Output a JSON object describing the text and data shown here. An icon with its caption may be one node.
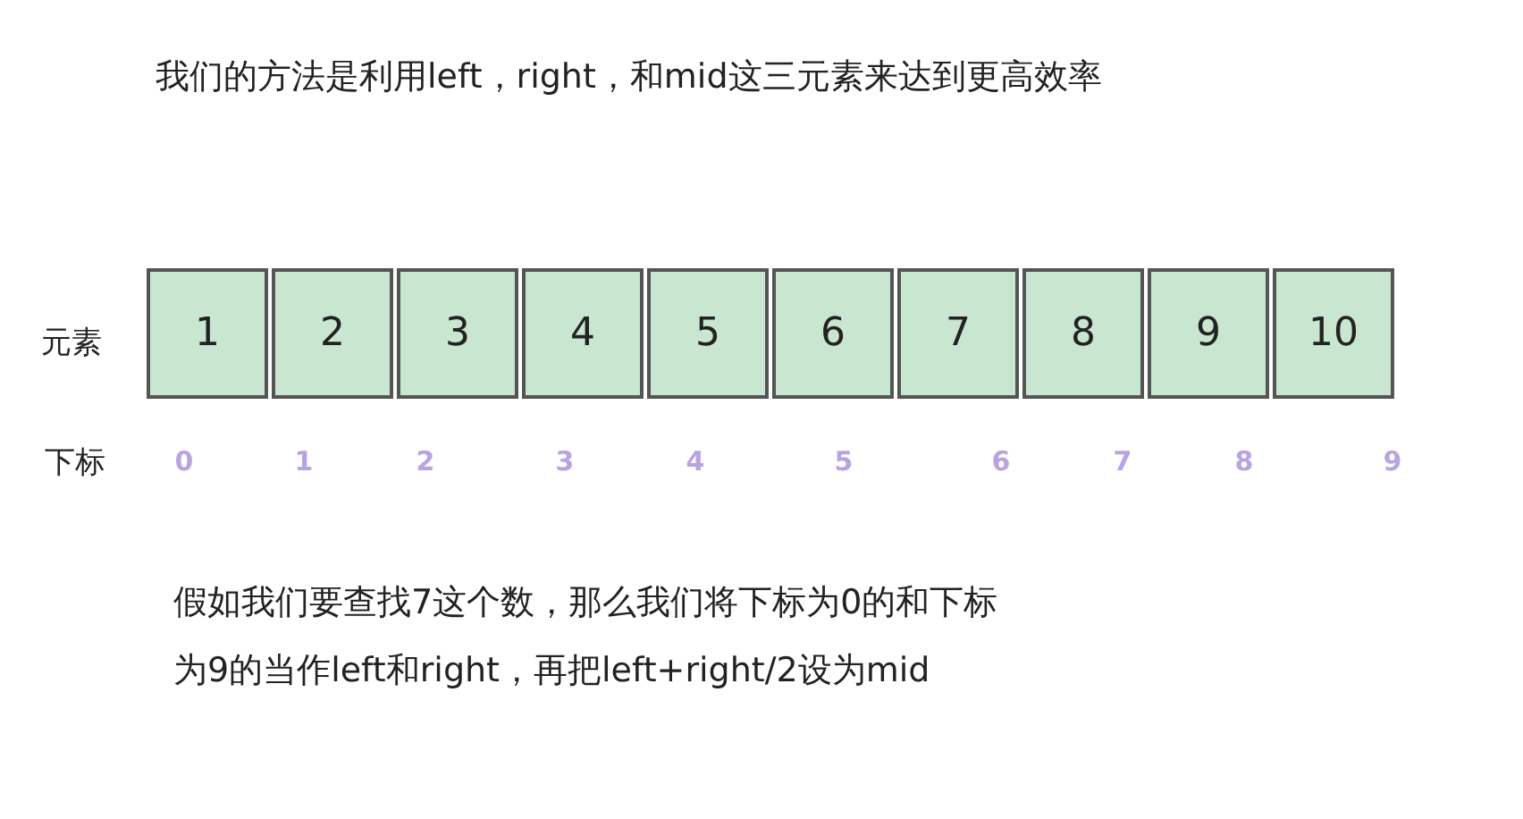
{
  "diagram": {
    "title": "我们的方法是利用left，right，和mid这三元素来达到更高效率",
    "nodes": [
      {
        "text": [
          "1"
        ]
      },
      {
        "text": [
          "2"
        ]
      },
      {
        "text": [
          "3"
        ]
      },
      {
        "text": [
          "4"
        ]
      },
      {
        "text": [
          "5"
        ]
      },
      {
        "text": [
          "6"
        ]
      },
      {
        "text": [
          "7"
        ]
      },
      {
        "text": [
          "8"
        ]
      },
      {
        "text": [
          "9"
        ]
      },
      {
        "text": [
          "10"
        ]
      }
    ],
    "labels": [
      "元素",
      "下标",
      "0",
      "1",
      "2",
      "3",
      "4",
      "5",
      "6",
      "7",
      "8",
      "9",
      "假如我们要查找7这个数，那么我们将下标为0的和下标为9的当作left和right，再把left+right/2设为mid"
    ]
  }
}
